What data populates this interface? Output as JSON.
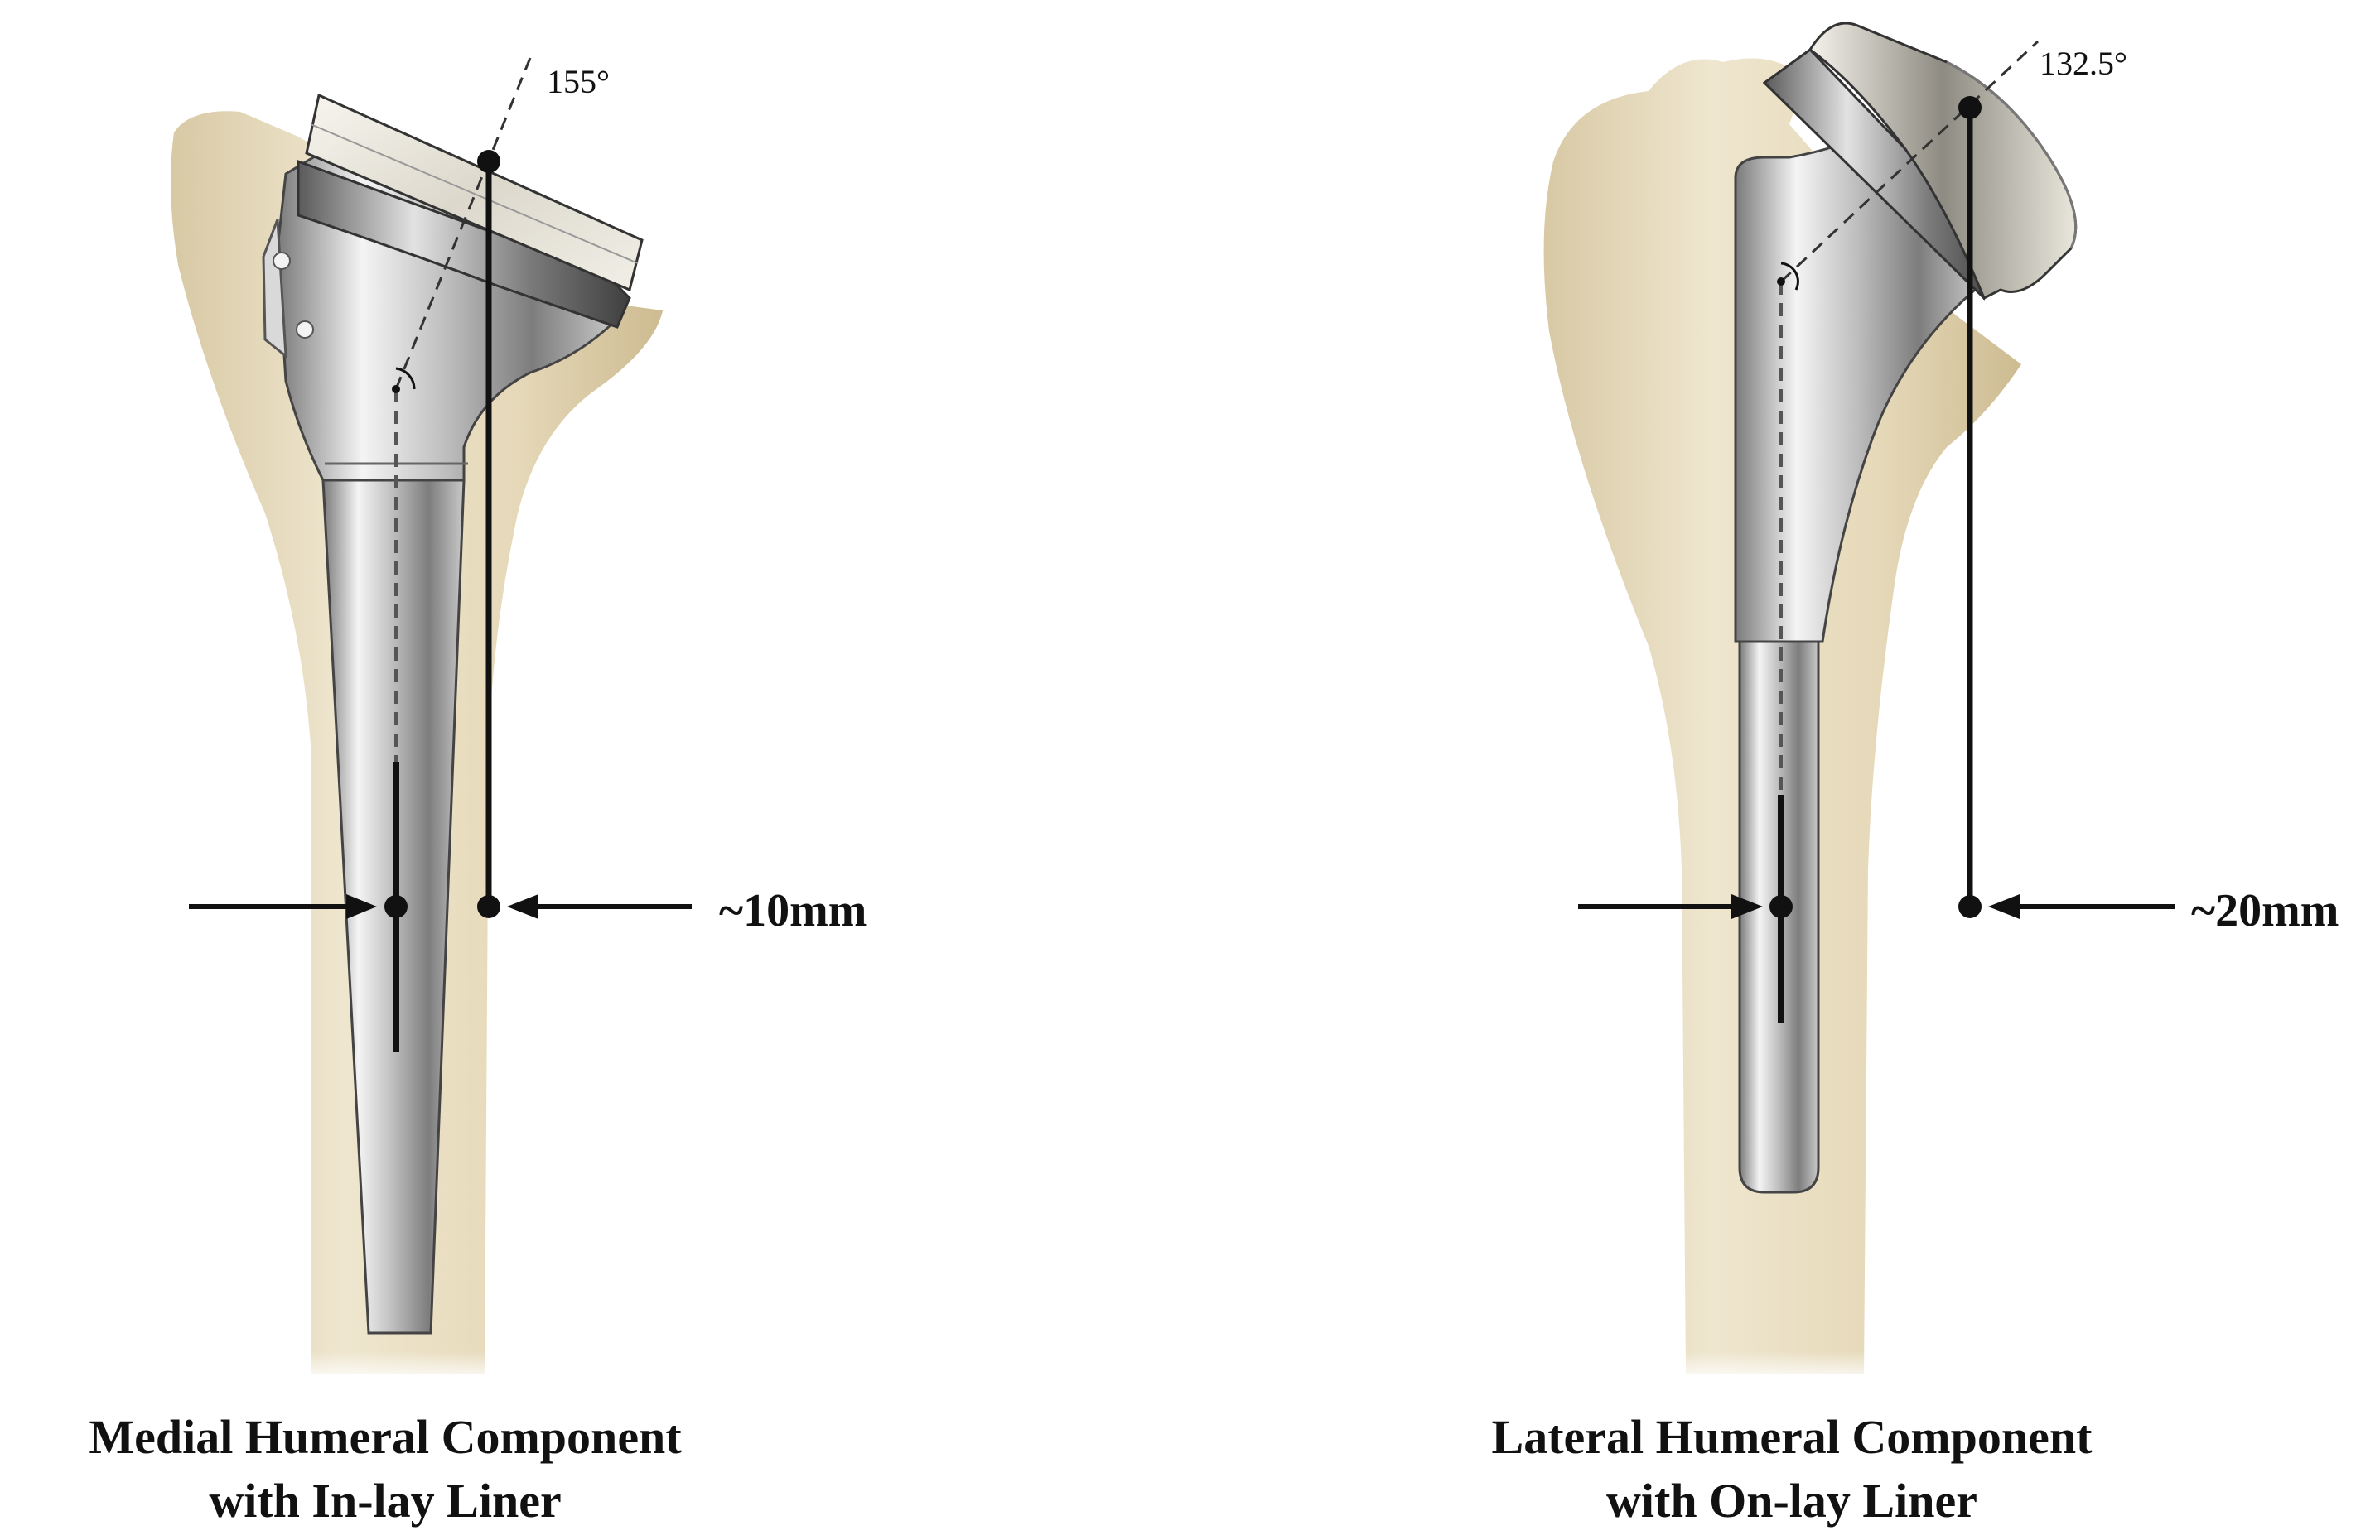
{
  "left_panel": {
    "angle_label": "155°",
    "offset_label": "~10mm",
    "caption_line1": "Medial Humeral Component",
    "caption_line2": "with In-lay Liner"
  },
  "right_panel": {
    "angle_label": "132.5°",
    "offset_label": "~20mm",
    "caption_line1": "Lateral Humeral Component",
    "caption_line2": "with On-lay Liner"
  },
  "colors": {
    "bone": "#e8dcc0",
    "bone_shadow": "#c9b88f",
    "metal_light": "#f2f2f2",
    "metal_dark": "#6e6e6e",
    "liner": "#e9e6dc",
    "line": "#111111"
  }
}
